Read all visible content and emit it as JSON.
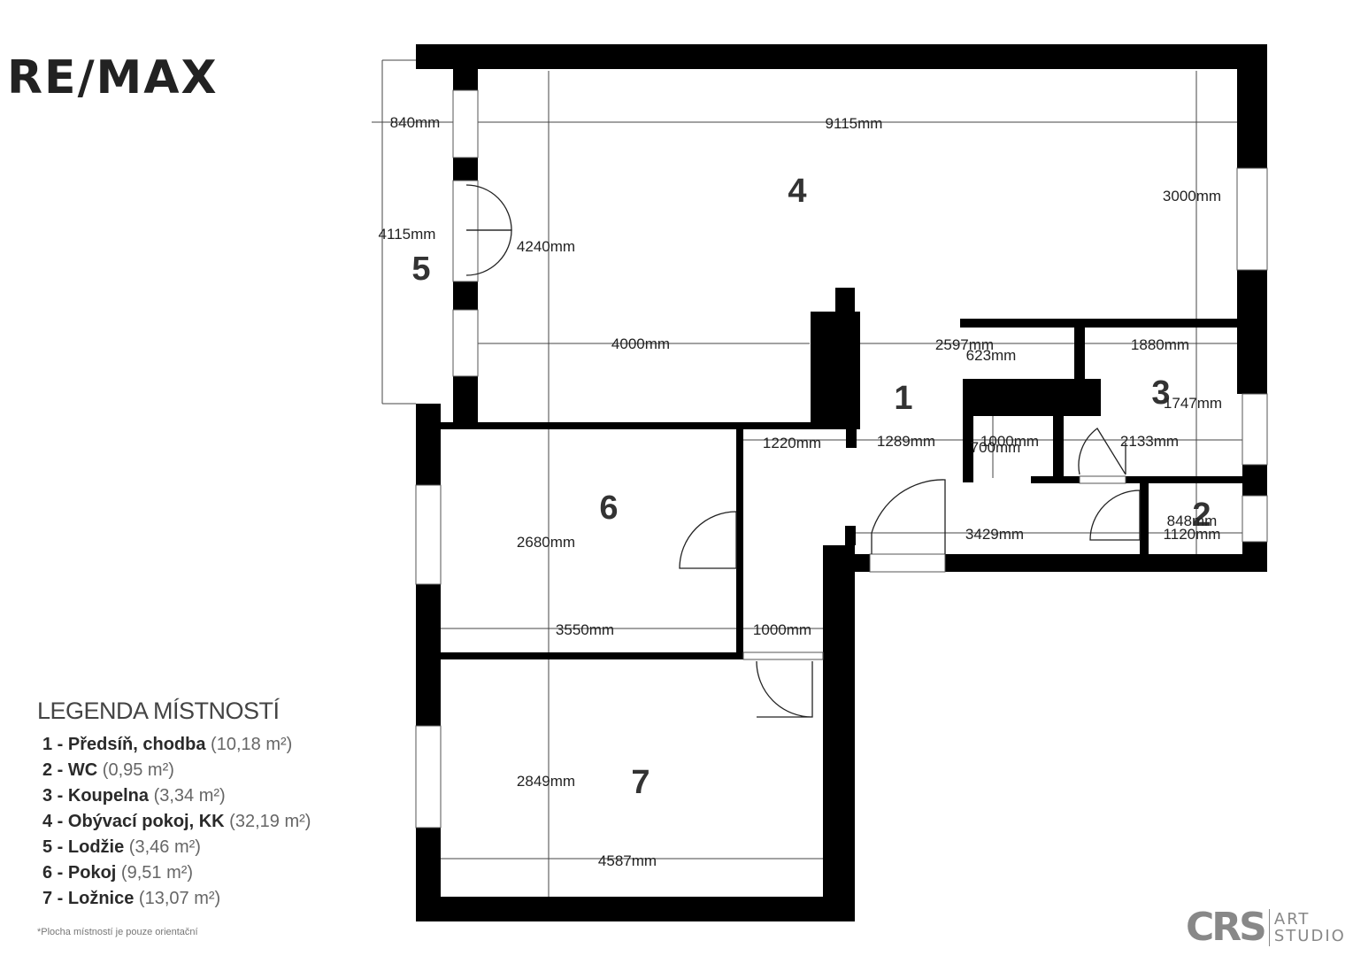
{
  "brand": {
    "logo": "RE/MAX"
  },
  "rooms": [
    {
      "id": "1",
      "number": "1"
    },
    {
      "id": "2",
      "number": "2"
    },
    {
      "id": "3",
      "number": "3"
    },
    {
      "id": "4",
      "number": "4"
    },
    {
      "id": "5",
      "number": "5"
    },
    {
      "id": "6",
      "number": "6"
    },
    {
      "id": "7",
      "number": "7"
    }
  ],
  "dimensions": [
    "840mm",
    "9115mm",
    "3000mm",
    "4115mm",
    "4240mm",
    "4000mm",
    "2597mm",
    "623mm",
    "1880mm",
    "1747mm",
    "1220mm",
    "1289mm",
    "1000mm",
    "700mm",
    "2133mm",
    "848mm",
    "1120mm",
    "3429mm",
    "2680mm",
    "3550mm",
    "1000mm",
    "2849mm",
    "4587mm"
  ],
  "legend": {
    "title": "LEGENDA MÍSTNOSTÍ",
    "items": [
      {
        "name": "1 - Předsíň, chodba",
        "area": "(10,18 m²)"
      },
      {
        "name": "2 - WC",
        "area": "(0,95 m²)"
      },
      {
        "name": "3 - Koupelna",
        "area": "(3,34 m²)"
      },
      {
        "name": "4 - Obývací pokoj, KK",
        "area": "(32,19 m²)"
      },
      {
        "name": "5 - Lodžie",
        "area": "(3,46 m²)"
      },
      {
        "name": "6 - Pokoj",
        "area": "(9,51 m²)"
      },
      {
        "name": "7 - Ložnice",
        "area": "(13,07 m²)"
      }
    ]
  },
  "note": "*Plocha místností je pouze orientační",
  "studio": {
    "mark": "CRS",
    "line1": "ART",
    "line2": "STUDIO"
  }
}
